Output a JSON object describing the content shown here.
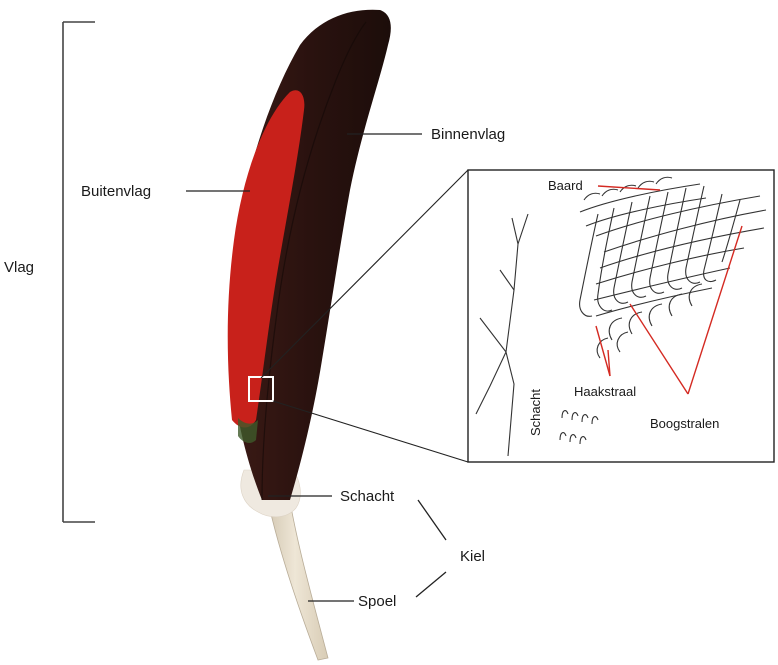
{
  "labels": {
    "vlag": "Vlag",
    "buitenvlag": "Buitenvlag",
    "binnenvlag": "Binnenvlag",
    "schacht": "Schacht",
    "spoel": "Spoel",
    "kiel": "Kiel"
  },
  "inset": {
    "baard": "Baard",
    "schacht": "Schacht",
    "haakstraal": "Haakstraal",
    "boogstralen": "Boogstralen"
  },
  "colors": {
    "vane_dark": "#2a1410",
    "vane_red": "#c8211b",
    "calamus": "#e6dccb",
    "annotation_red": "#d42a22",
    "line": "#222222"
  }
}
